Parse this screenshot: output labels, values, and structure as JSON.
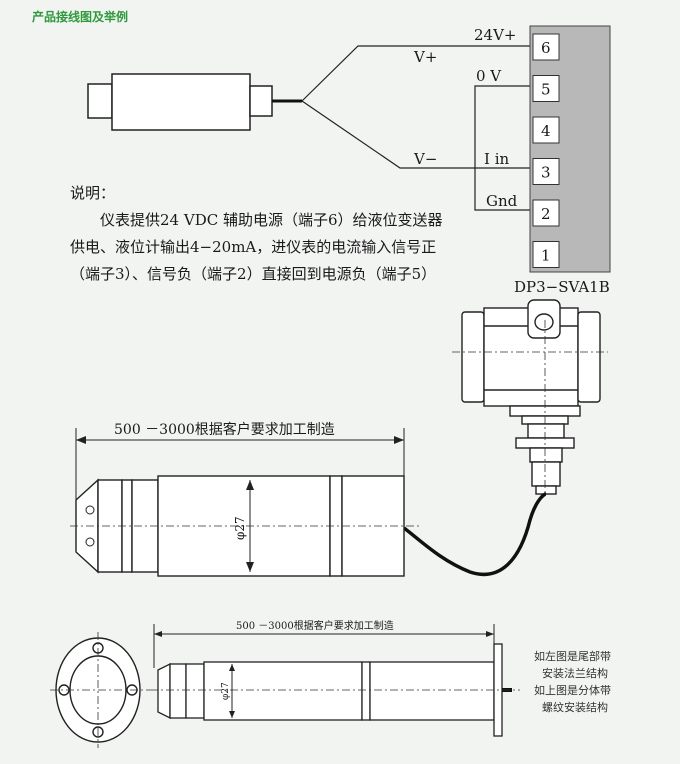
{
  "section_title": "产品接线图及举例",
  "wiring": {
    "v_plus": "V+",
    "v_minus": "V−",
    "v24_plus": "24V+",
    "zero_v": "0 V",
    "iin": "I in",
    "gnd": "Gnd",
    "terminals": [
      "6",
      "5",
      "4",
      "3",
      "2",
      "1"
    ],
    "model": "DP3−SVA1B"
  },
  "notes": {
    "heading": "说明：",
    "lines": [
      "仪表提供24 VDC 辅助电源（端子6）给液位变送器",
      "供电、液位计输出4−20mA，进仪表的电流输入信号正",
      "（端子3）、信号负（端子2）直接回到电源负（端子5）"
    ]
  },
  "dimensions": {
    "length_label": "500 －3000根据客户要求加工制造",
    "diameter_label": "φ27",
    "length_label_small": "500 －3000根据客户要求加工制造",
    "diameter_label_small": "φ27"
  },
  "side_notes": [
    "如左图是尾部带",
    "安装法兰结构",
    "如上图是分体带",
    "螺纹安装结构"
  ]
}
